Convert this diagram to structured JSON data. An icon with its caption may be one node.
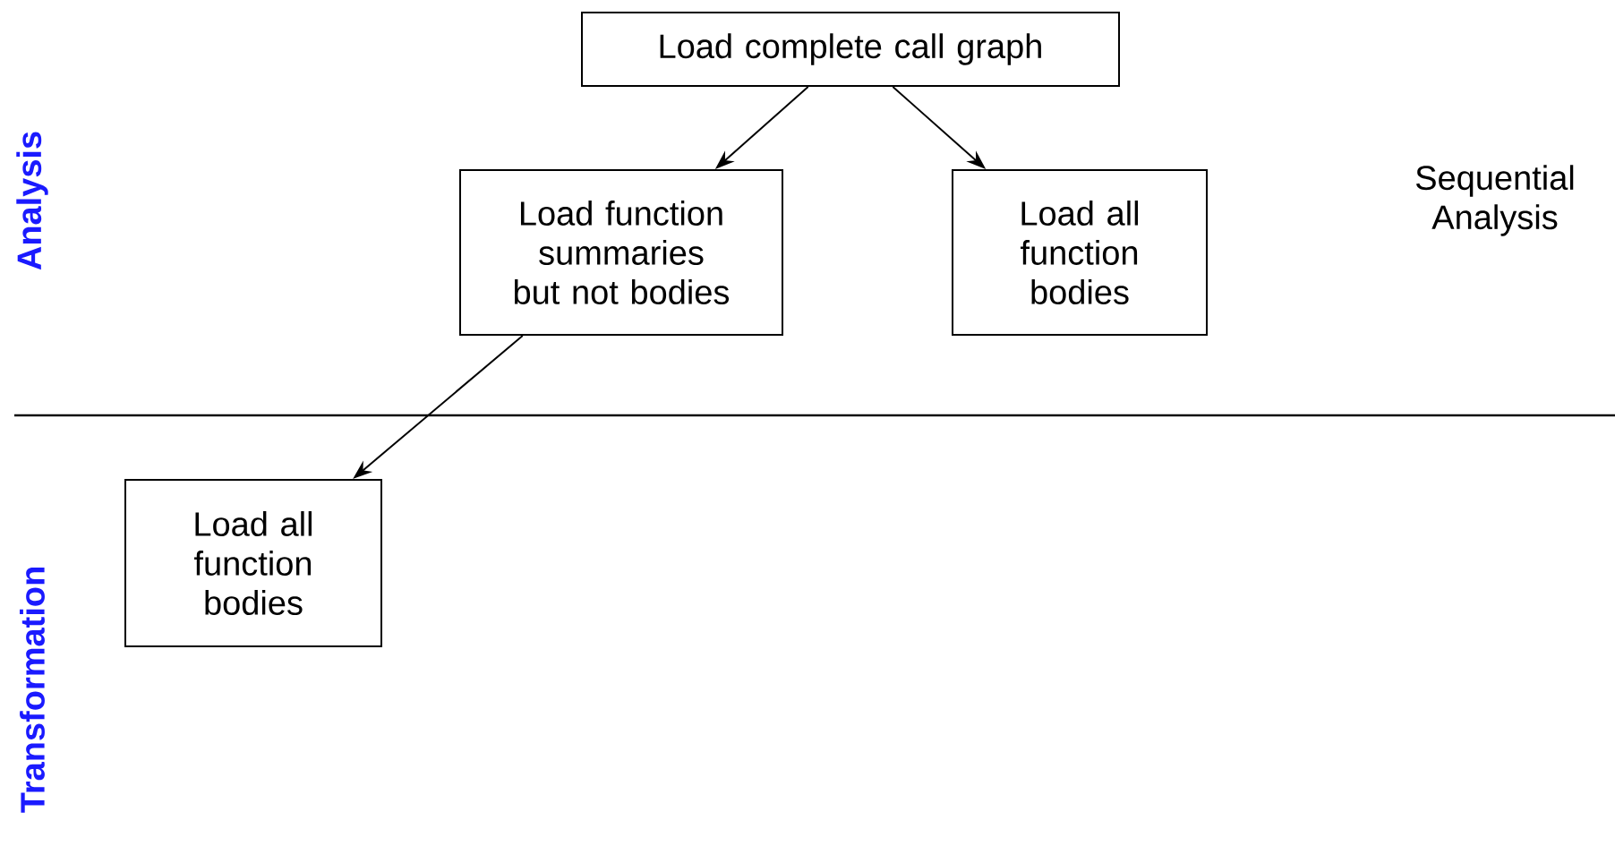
{
  "diagram": {
    "nodes": [
      {
        "text": [
          "Load complete call graph"
        ]
      },
      {
        "text": [
          "Load function summaries but not bodies"
        ]
      },
      {
        "text": [
          "Load all function bodies"
        ]
      },
      {
        "text": [
          "Load all function bodies"
        ]
      }
    ],
    "edges": [
      {
        "from": 0,
        "to": 1,
        "arrow": "to"
      },
      {
        "from": 0,
        "to": 2,
        "arrow": "to"
      },
      {
        "from": 1,
        "to": 3,
        "arrow": "to"
      }
    ],
    "labels": [
      "Analysis",
      "Sequential Analysis",
      "Transformation"
    ]
  }
}
